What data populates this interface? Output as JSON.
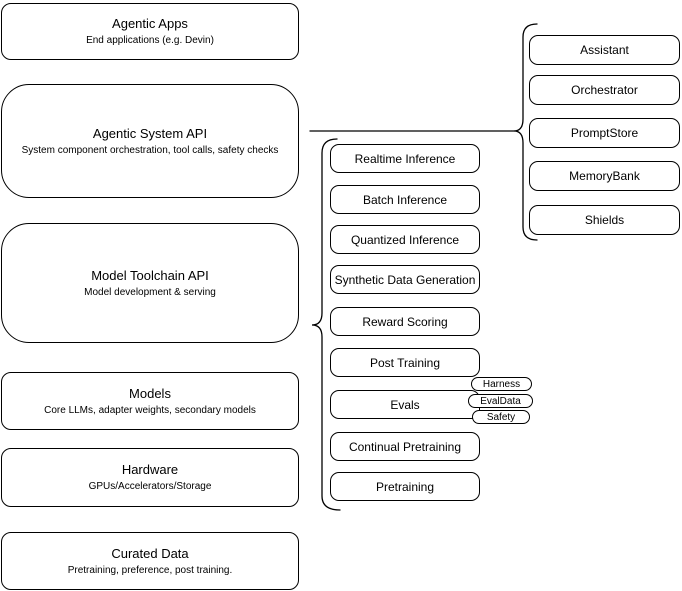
{
  "diagram": {
    "background": "#ffffff",
    "stroke_color": "#000000",
    "text_color": "#000000",
    "left_stack": [
      {
        "title": "Agentic Apps",
        "subtitle": "End applications (e.g. Devin)"
      },
      {
        "title": "Agentic System API",
        "subtitle": "System component orchestration, tool calls, safety checks"
      },
      {
        "title": "Model Toolchain API",
        "subtitle": "Model development & serving"
      },
      {
        "title": "Models",
        "subtitle": "Core LLMs, adapter weights, secondary models"
      },
      {
        "title": "Hardware",
        "subtitle": "GPUs/Accelerators/Storage"
      },
      {
        "title": "Curated Data",
        "subtitle": "Pretraining, preference, post training."
      }
    ],
    "toolchain_components": [
      "Realtime Inference",
      "Batch Inference",
      "Quantized Inference",
      "Synthetic Data Generation",
      "Reward Scoring",
      "Post Training",
      "Evals",
      "Continual Pretraining",
      "Pretraining"
    ],
    "evals_subcomponents": [
      "Harness",
      "EvalData",
      "Safety"
    ],
    "system_components": [
      "Assistant",
      "Orchestrator",
      "PromptStore",
      "MemoryBank",
      "Shields"
    ]
  }
}
